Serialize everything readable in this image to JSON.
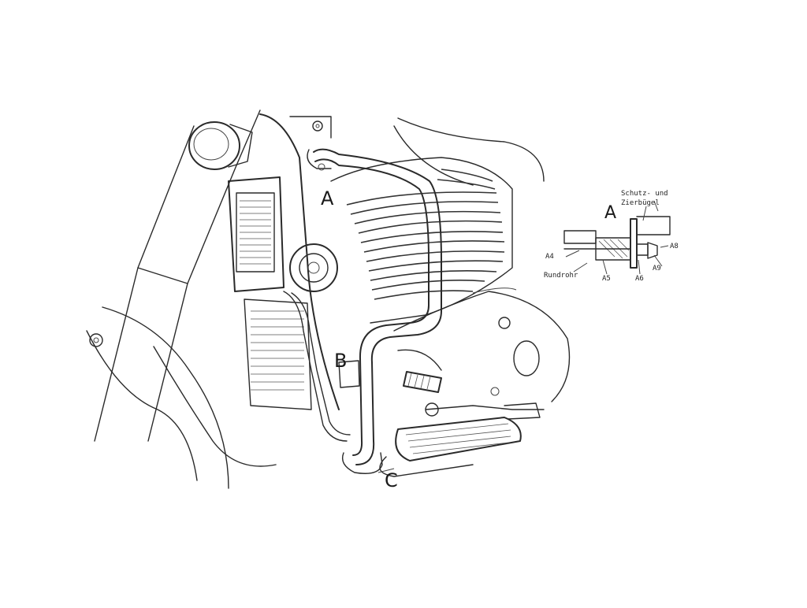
{
  "diagram": {
    "labels": {
      "mount_a": "A",
      "mount_b": "B",
      "mount_c": "C"
    },
    "detail": {
      "heading": "A",
      "part_name_line1": "Schutz- und",
      "part_name_line2": "Zierbügel",
      "tube": "Rundrohr",
      "codes": [
        "A4",
        "A5",
        "A6",
        "A8",
        "A9"
      ]
    }
  }
}
